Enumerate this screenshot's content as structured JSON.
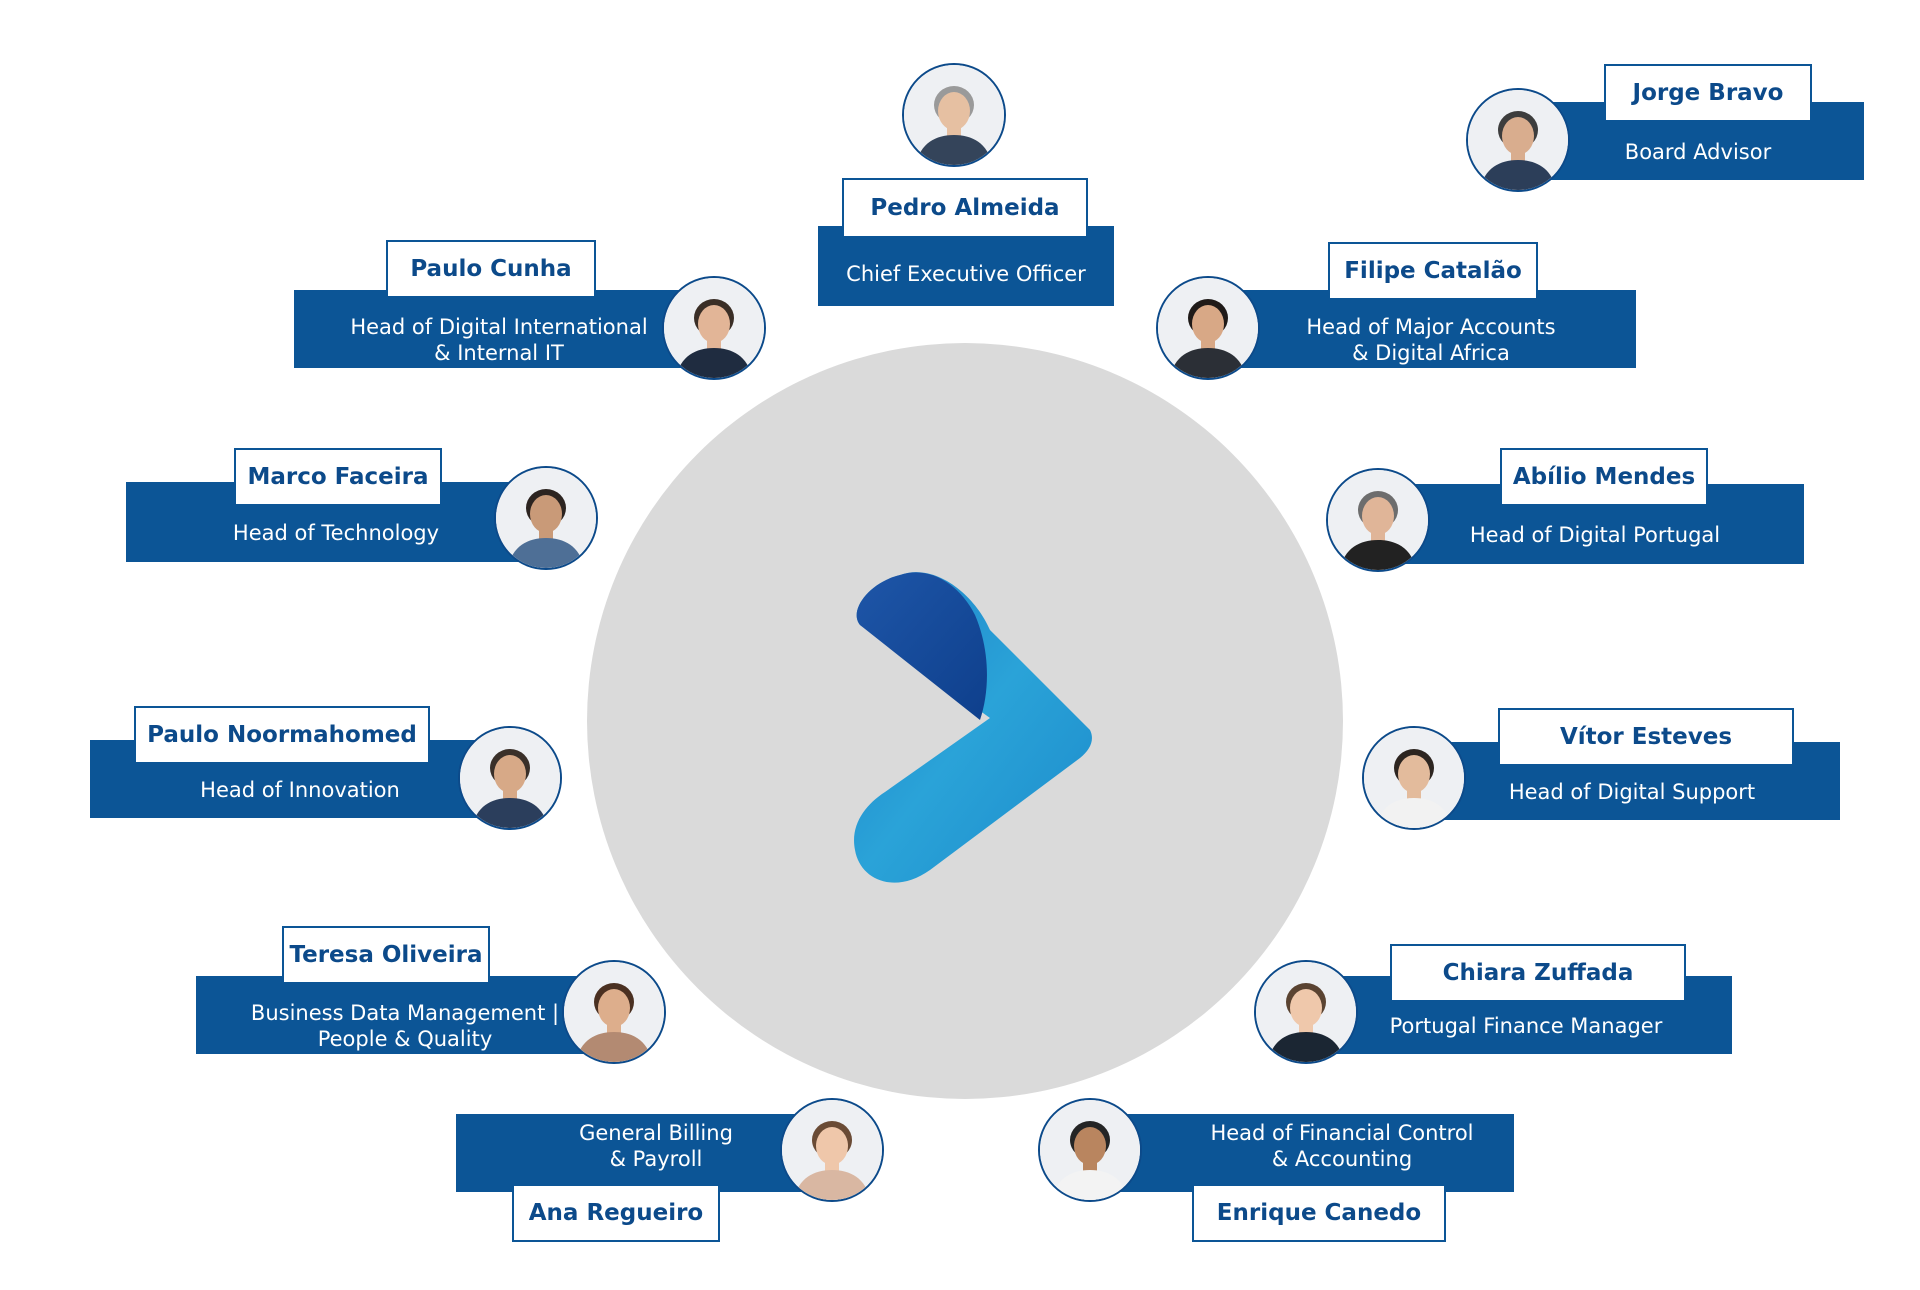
{
  "people": {
    "pedro": {
      "name": "Pedro Almeida",
      "role": "Chief Executive Officer",
      "skin": "#e6c0a2",
      "hair": "#9a9a9a",
      "shirt": "#34445a"
    },
    "jorge": {
      "name": "Jorge Bravo",
      "role": "Board Advisor",
      "skin": "#d9ad8e",
      "hair": "#3d3d3d",
      "shirt": "#2c3e59"
    },
    "paulo_c": {
      "name": "Paulo Cunha",
      "role": "Head of Digital International\n& Internal IT",
      "skin": "#e2b597",
      "hair": "#3a2e26",
      "shirt": "#1f2c40"
    },
    "filipe": {
      "name": "Filipe Catalão",
      "role": "Head of Major Accounts\n& Digital Africa",
      "skin": "#d8a886",
      "hair": "#1f1a18",
      "shirt": "#2b2f36"
    },
    "marco": {
      "name": "Marco Faceira",
      "role": "Head of Technology",
      "skin": "#c99a78",
      "hair": "#2c2420",
      "shirt": "#4e6f96"
    },
    "abilio": {
      "name": "Abílio Mendes",
      "role": "Head of Digital Portugal",
      "skin": "#e0b598",
      "hair": "#6d6d6d",
      "shirt": "#222222"
    },
    "paulo_n": {
      "name": "Paulo Noormahomed",
      "role": "Head of Innovation",
      "skin": "#d7a987",
      "hair": "#3a3029",
      "shirt": "#2b3e5c"
    },
    "vitor": {
      "name": "Vítor Esteves",
      "role": "Head of Digital Support",
      "skin": "#e3bb9c",
      "hair": "#2d2520",
      "shirt": "#f2f2f2"
    },
    "teresa": {
      "name": "Teresa Oliveira",
      "role": "Business Data Management |\nPeople & Quality",
      "skin": "#ddae8c",
      "hair": "#4a3021",
      "shirt": "#b38a72"
    },
    "chiara": {
      "name": "Chiara Zuffada",
      "role": "Portugal Finance Manager",
      "skin": "#efc8ab",
      "hair": "#5a4331",
      "shirt": "#1b2633"
    },
    "ana": {
      "name": "Ana Regueiro",
      "role": "General Billing\n& Payroll",
      "skin": "#efc7aa",
      "hair": "#6a4b35",
      "shirt": "#d9b7a2"
    },
    "enrique": {
      "name": "Enrique Canedo",
      "role": "Head of Financial Control\n& Accounting",
      "skin": "#b9855f",
      "hair": "#252525",
      "shirt": "#f3f3f3"
    }
  },
  "colors": {
    "band": "#0c5596",
    "name_text": "#0c4a8a",
    "center_circle": "#dadada",
    "logo_dark": "#0e3f8c",
    "logo_light": "#2aa3d8"
  }
}
